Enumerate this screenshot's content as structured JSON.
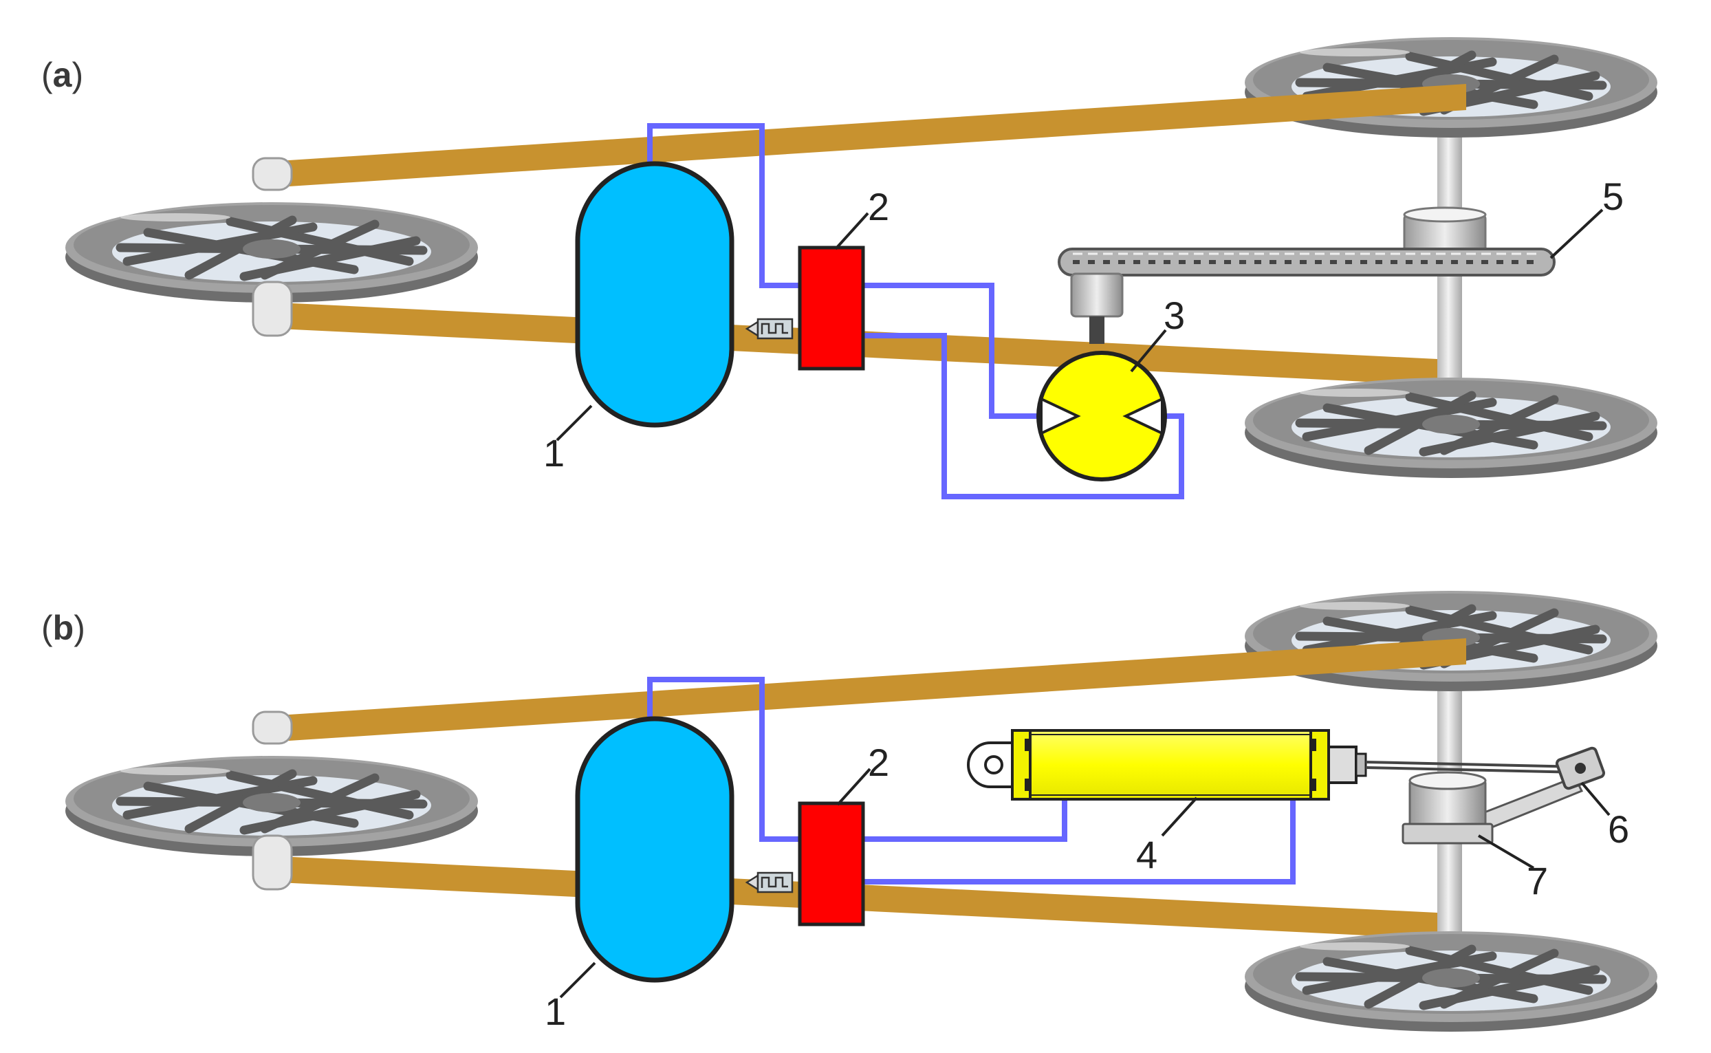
{
  "panels": [
    {
      "id": "a",
      "label_prefix": "(",
      "label_letter": "a",
      "label_suffix": ")",
      "callouts": {
        "accumulator": "1",
        "valve": "2",
        "motor": "3",
        "chain": "5"
      }
    },
    {
      "id": "b",
      "label_prefix": "(",
      "label_letter": "b",
      "label_suffix": ")",
      "callouts": {
        "accumulator": "1",
        "valve": "2",
        "cylinder": "4",
        "crank": "6",
        "hub": "7"
      }
    }
  ],
  "colors": {
    "frame": "#c8922f",
    "hose": "#6666ff",
    "accumulator": "#00bfff",
    "valve": "#ff0000",
    "actuator": "#ffff00",
    "wheel": "#9a9a9a"
  }
}
